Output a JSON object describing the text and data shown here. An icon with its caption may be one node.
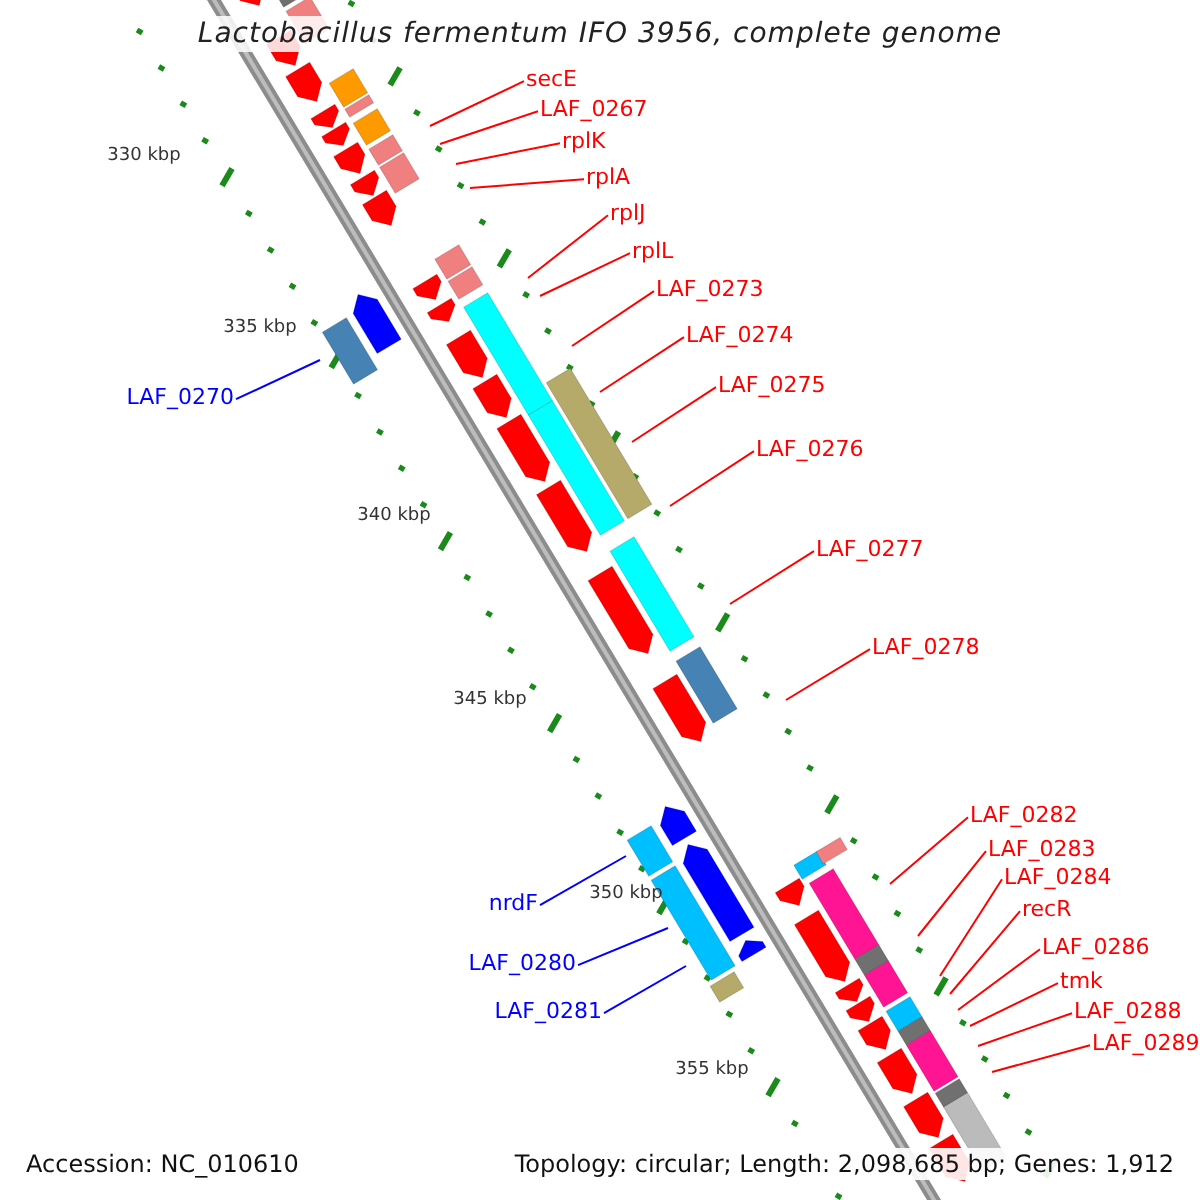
{
  "diagram": {
    "title": "Lactobacillus fermentum IFO 3956, complete genome",
    "nodes": [
      {
        "text": [
          "secE"
        ]
      },
      {
        "text": [
          "LAF_0267"
        ]
      },
      {
        "text": [
          "rplK"
        ]
      },
      {
        "text": [
          "rplA"
        ]
      },
      {
        "text": [
          "rplJ"
        ]
      },
      {
        "text": [
          "rplL"
        ]
      },
      {
        "text": [
          "LAF_0273"
        ]
      },
      {
        "text": [
          "LAF_0274"
        ]
      },
      {
        "text": [
          "LAF_0275"
        ]
      },
      {
        "text": [
          "LAF_0276"
        ]
      },
      {
        "text": [
          "LAF_0277"
        ]
      },
      {
        "text": [
          "LAF_0278"
        ]
      },
      {
        "text": [
          "LAF_0270"
        ]
      },
      {
        "text": [
          "nrdF"
        ]
      },
      {
        "text": [
          "LAF_0280"
        ]
      },
      {
        "text": [
          "LAF_0281"
        ]
      },
      {
        "text": [
          "LAF_0282"
        ]
      },
      {
        "text": [
          "LAF_0283"
        ]
      },
      {
        "text": [
          "LAF_0284"
        ]
      },
      {
        "text": [
          "recR"
        ]
      },
      {
        "text": [
          "LAF_0286"
        ]
      },
      {
        "text": [
          "tmk"
        ]
      },
      {
        "text": [
          "LAF_0288"
        ]
      },
      {
        "text": [
          "LAF_0289"
        ]
      }
    ],
    "edges": [
      {
        "from": 0,
        "to": null,
        "arrow": "none"
      },
      {
        "from": 1,
        "to": null,
        "arrow": "none"
      },
      {
        "from": 2,
        "to": null,
        "arrow": "none"
      },
      {
        "from": 3,
        "to": null,
        "arrow": "none"
      },
      {
        "from": 4,
        "to": null,
        "arrow": "none"
      },
      {
        "from": 5,
        "to": null,
        "arrow": "none"
      },
      {
        "from": 6,
        "to": null,
        "arrow": "none"
      },
      {
        "from": 7,
        "to": null,
        "arrow": "none"
      },
      {
        "from": 8,
        "to": null,
        "arrow": "none"
      },
      {
        "from": 9,
        "to": null,
        "arrow": "none"
      },
      {
        "from": 10,
        "to": null,
        "arrow": "none"
      },
      {
        "from": 11,
        "to": null,
        "arrow": "none"
      },
      {
        "from": 12,
        "to": null,
        "arrow": "none",
        "color": "#0000ff"
      },
      {
        "from": 13,
        "to": null,
        "arrow": "none",
        "color": "#0000ff"
      },
      {
        "from": 14,
        "to": null,
        "arrow": "none",
        "color": "#0000ff"
      },
      {
        "from": 15,
        "to": null,
        "arrow": "none",
        "color": "#0000ff"
      },
      {
        "from": 16,
        "to": null,
        "arrow": "none"
      },
      {
        "from": 17,
        "to": null,
        "arrow": "none"
      },
      {
        "from": 18,
        "to": null,
        "arrow": "none"
      },
      {
        "from": 19,
        "to": null,
        "arrow": "none"
      },
      {
        "from": 20,
        "to": null,
        "arrow": "none"
      },
      {
        "from": 21,
        "to": null,
        "arrow": "none"
      },
      {
        "from": 22,
        "to": null,
        "arrow": "none"
      },
      {
        "from": 23,
        "to": null,
        "arrow": "none"
      }
    ],
    "labels": [
      "330 kbp",
      "335 kbp",
      "340 kbp",
      "345 kbp",
      "350 kbp",
      "355 kbp",
      "Accession: NC_010610",
      "Topology: circular; Length: 2,098,685 bp; Genes: 1,912"
    ]
  }
}
